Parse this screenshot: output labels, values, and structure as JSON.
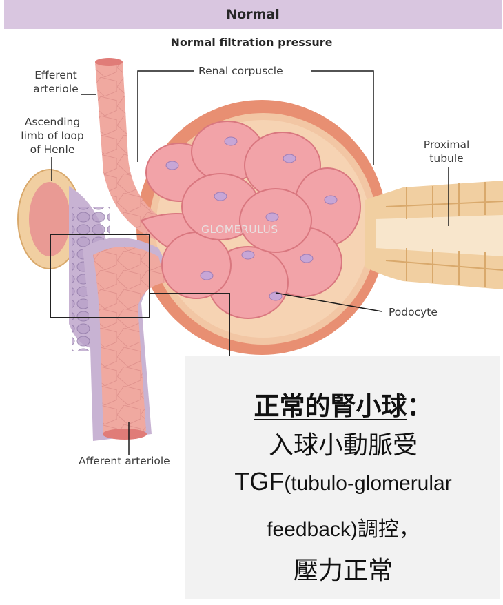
{
  "header": {
    "title": "Normal"
  },
  "subtitle": "Normal filtration pressure",
  "labels": {
    "efferent_arteriole": [
      "Efferent",
      "arteriole"
    ],
    "renal_corpuscle": "Renal corpuscle",
    "ascending_limb": [
      "Ascending",
      "limb of loop",
      "of Henle"
    ],
    "proximal_tubule": [
      "Proximal",
      "tubule"
    ],
    "glomerulus": "GLOMERULUS",
    "podocyte": "Podocyte",
    "afferent_arteriole": "Afferent arteriole"
  },
  "callout": {
    "line1_main": "正常的腎小球",
    "line1_colon": "：",
    "line2": "入球小動脈受",
    "line3_tgf": "TGF",
    "line3_rest": "(tubulo-glomerular",
    "line4": "feedback)調控，",
    "line5": "壓力正常"
  },
  "colors": {
    "header_band": "#d9c6e0",
    "capsule_outer": "#e88f72",
    "capsule_inner": "#f2c6a4",
    "vessel_pink": "#f0a9a0",
    "glomerulus_pink": "#f2a3a8",
    "tubule_tan": "#f1cfa1",
    "henle_purple": "#c8b3d3",
    "callout_bg": "#f2f2f2"
  }
}
